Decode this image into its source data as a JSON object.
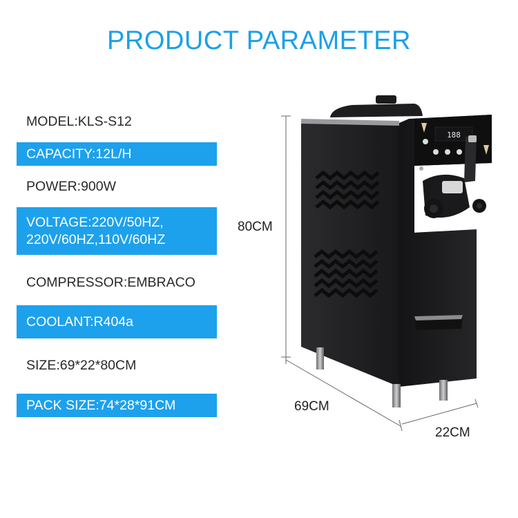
{
  "title": "PRODUCT PARAMETER",
  "specs": [
    {
      "text": "MODEL:KLS-S12",
      "highlight": false
    },
    {
      "text": "CAPACITY:12L/H",
      "highlight": true
    },
    {
      "text": "POWER:900W",
      "highlight": false
    },
    {
      "text": "VOLTAGE:220V/50HZ,\n220V/60HZ,110V/60HZ",
      "line1": "VOLTAGE:220V/50HZ,",
      "line2": "220V/60HZ,110V/60HZ",
      "highlight": true
    },
    {
      "text": "COMPRESSOR:EMBRACO",
      "highlight": false
    },
    {
      "text": "COOLANT:R404a",
      "highlight": true
    },
    {
      "text": "SIZE:69*22*80CM",
      "highlight": false
    },
    {
      "text": "PACK SIZE:74*28*91CM",
      "highlight": true
    }
  ],
  "dimensions": {
    "height": "80CM",
    "length": "69CM",
    "width": "22CM"
  },
  "colors": {
    "accent": "#1da1ec",
    "title": "#1aa0e8",
    "machine_body": "#1f1f21"
  },
  "display": {
    "readout": "188"
  }
}
